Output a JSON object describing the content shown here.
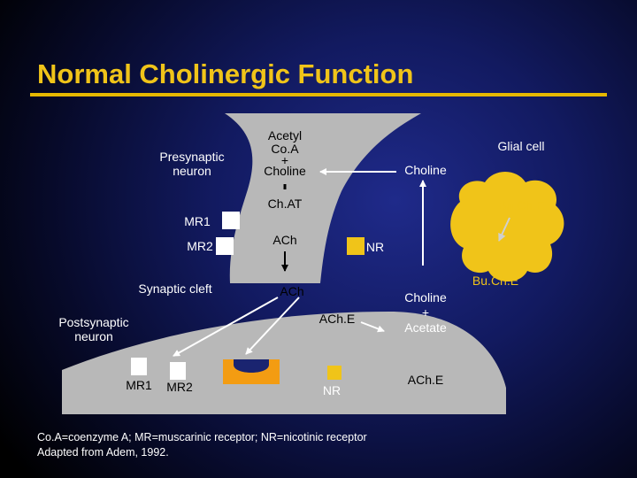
{
  "slide": {
    "title": "Normal Cholinergic Function"
  },
  "labels": {
    "presynaptic": [
      "Presynaptic",
      "neuron"
    ],
    "acetyl_coa": [
      "Acetyl",
      "Co.A",
      "+",
      "Choline"
    ],
    "glial_cell": "Glial cell",
    "choline_top": "Choline",
    "chat": "Ch.AT",
    "buche_top": "Bu.Ch.E",
    "mr1_pre": "MR1",
    "mr2_pre": "MR2",
    "ach_inside": "ACh",
    "nr_pre": "NR",
    "synaptic_cleft": "Synaptic cleft",
    "ach_released": "ACh",
    "choline_acetate": [
      "Choline",
      "+",
      "Acetate"
    ],
    "buche_right": "Bu.Ch.E",
    "postsynaptic": [
      "Postsynaptic",
      "neuron"
    ],
    "ache_cleft": "ACh.E",
    "mr1_post": "MR1",
    "mr2_post": "MR2",
    "nr_post": "NR",
    "ache_post": "ACh.E"
  },
  "footnote": [
    "Co.A=coenzyme A; MR=muscarinic receptor; NR=nicotinic receptor",
    "Adapted from Adem, 1992."
  ],
  "colors": {
    "title": "#f0c419",
    "membrane": "#b8b8b8",
    "receptor_yellow": "#f0c419",
    "receptor_white": "#ffffff",
    "ache_receptor": "#f39c12",
    "glial": "#f0c419"
  }
}
